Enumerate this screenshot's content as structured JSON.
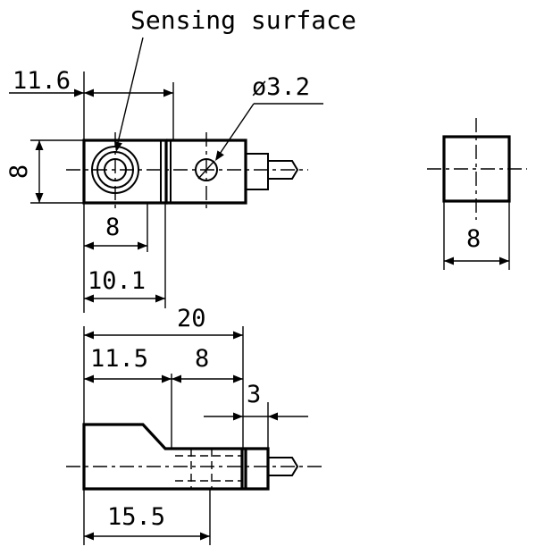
{
  "annotation": "Sensing surface",
  "dimensions": {
    "top_width": "11.6",
    "hole": "ø3.2",
    "height": "8",
    "face_width": "8",
    "body_width": "10.1",
    "end_width": "8",
    "total_length": "20",
    "front_length": "11.5",
    "rear_length": "8",
    "cable_offset": "3",
    "base_length": "15.5"
  }
}
